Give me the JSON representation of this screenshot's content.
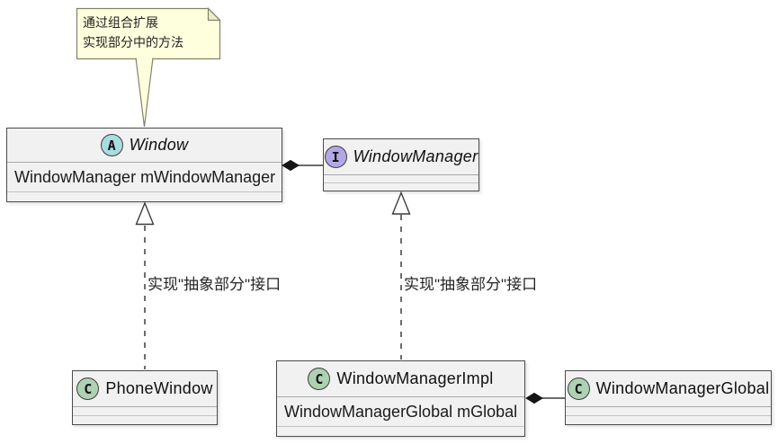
{
  "note": {
    "line1": "通过组合扩展",
    "line2": "实现部分中的方法"
  },
  "classes": {
    "window": {
      "letter": "A",
      "stereotype": "abstract",
      "name": "Window",
      "attribute": "WindowManager mWindowManager"
    },
    "window_manager": {
      "letter": "I",
      "stereotype": "interface",
      "name": "WindowManager"
    },
    "phone_window": {
      "letter": "C",
      "stereotype": "class",
      "name": "PhoneWindow"
    },
    "window_manager_impl": {
      "letter": "C",
      "stereotype": "class",
      "name": "WindowManagerImpl",
      "attribute": "WindowManagerGlobal mGlobal"
    },
    "window_manager_global": {
      "letter": "C",
      "stereotype": "class",
      "name": "WindowManagerGlobal"
    }
  },
  "edges": {
    "realization1_label": "实现\"抽象部分\"接口",
    "realization2_label": "实现\"抽象部分\"接口",
    "composition1": "Window *- WindowManager",
    "composition2": "WindowManagerImpl *- WindowManagerGlobal"
  },
  "colors": {
    "abstract_circle": "#A9DCDF",
    "interface_circle": "#B4A7E5",
    "class_circle": "#ADD1B2",
    "box_fill": "#F1F1F1",
    "box_border": "#4B4B4B",
    "note_fill": "#FEFFDD",
    "note_fold": "#ECECC6",
    "note_border": "#83836B",
    "line_color": "#3C3C3C",
    "background": "#FFFFFF"
  }
}
